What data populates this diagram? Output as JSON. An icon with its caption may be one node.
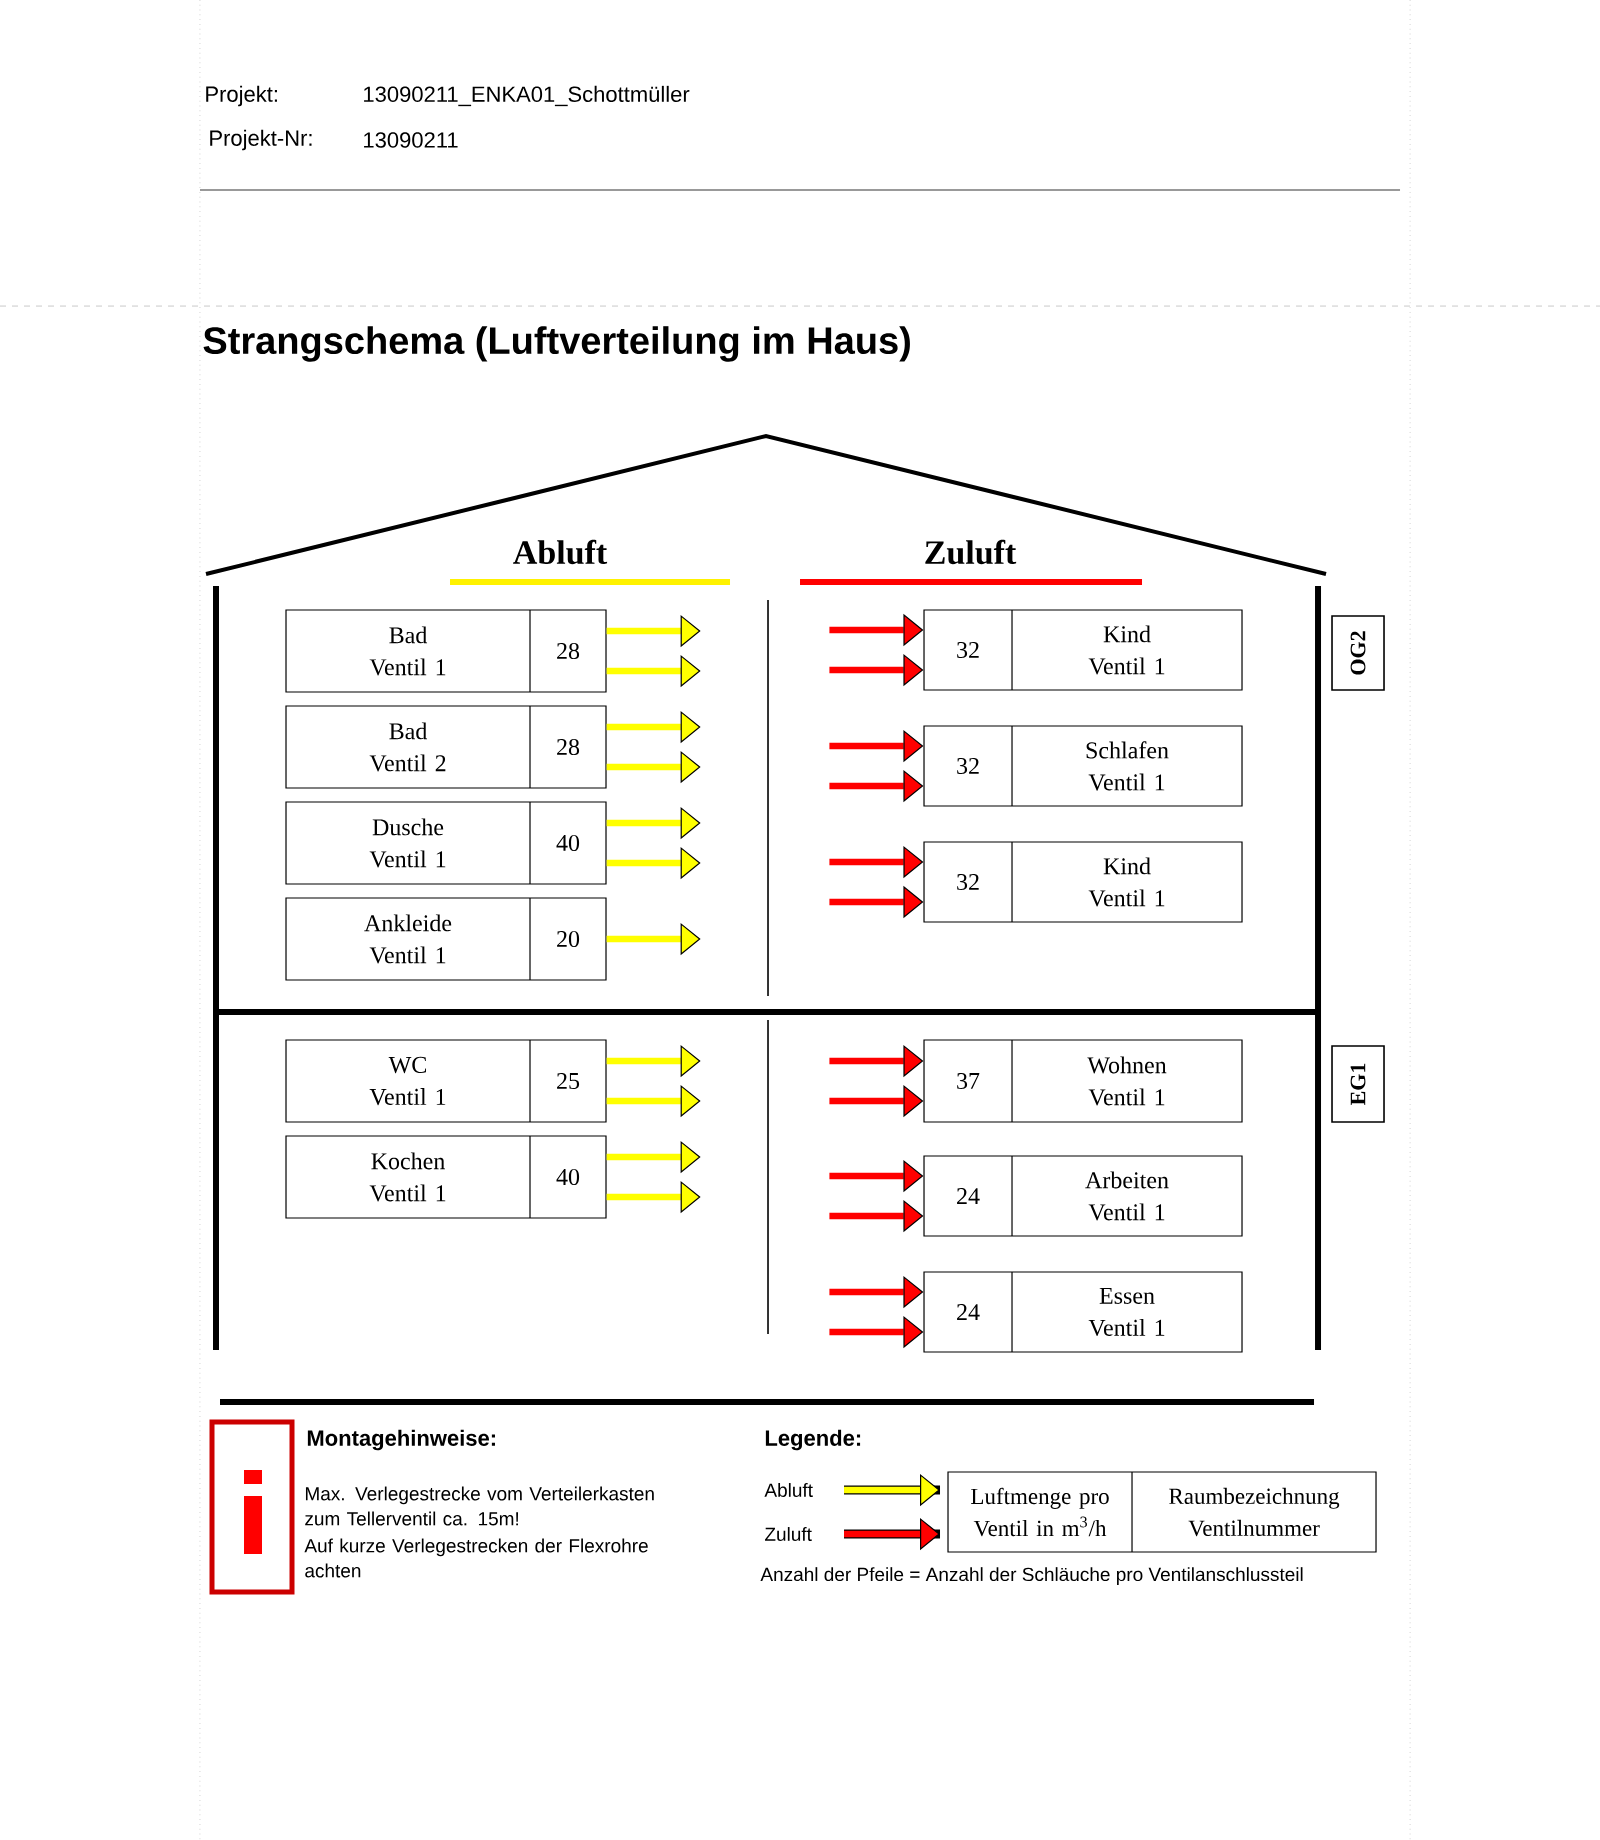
{
  "diagram": {
    "title": "Strangschema (Luftverteilung im Haus)",
    "nodes": [
      {
        "text": [
          "Bad Ventil 1",
          "28"
        ]
      },
      {
        "text": [
          "Bad Ventil 2",
          "28"
        ]
      },
      {
        "text": [
          "Dusche Ventil 1",
          "40"
        ]
      },
      {
        "text": [
          "Ankleide Ventil 1",
          "20"
        ]
      },
      {
        "text": [
          "WC Ventil 1",
          "25"
        ]
      },
      {
        "text": [
          "Kochen Ventil 1",
          "40"
        ]
      },
      {
        "text": [
          "32",
          "Kind Ventil 1"
        ]
      },
      {
        "text": [
          "32",
          "Schlafen Ventil 1"
        ]
      },
      {
        "text": [
          "32",
          "Kind Ventil 1"
        ]
      },
      {
        "text": [
          "37",
          "Wohnen Ventil 1"
        ]
      },
      {
        "text": [
          "24",
          "Arbeiten Ventil 1"
        ]
      },
      {
        "text": [
          "24",
          "Essen Ventil 1"
        ]
      },
      {
        "text": [
          "OG2"
        ]
      },
      {
        "text": [
          "EG1"
        ]
      }
    ],
    "edges": [
      {
        "from": 0,
        "to": null,
        "arrow": "to",
        "color": "#ffff00"
      },
      {
        "from": 0,
        "to": null,
        "arrow": "to",
        "color": "#ffff00"
      },
      {
        "from": 1,
        "to": null,
        "arrow": "to",
        "color": "#ffff00"
      },
      {
        "from": 1,
        "to": null,
        "arrow": "to",
        "color": "#ffff00"
      },
      {
        "from": 2,
        "to": null,
        "arrow": "to",
        "color": "#ffff00"
      },
      {
        "from": 2,
        "to": null,
        "arrow": "to",
        "color": "#ffff00"
      },
      {
        "from": 3,
        "to": null,
        "arrow": "to",
        "color": "#ffff00"
      },
      {
        "from": 4,
        "to": null,
        "arrow": "to",
        "color": "#ffff00"
      },
      {
        "from": 4,
        "to": null,
        "arrow": "to",
        "color": "#ffff00"
      },
      {
        "from": 5,
        "to": null,
        "arrow": "to",
        "color": "#ffff00"
      },
      {
        "from": 5,
        "to": null,
        "arrow": "to",
        "color": "#ffff00"
      },
      {
        "from": null,
        "to": 6,
        "arrow": "to",
        "color": "#ff0000"
      },
      {
        "from": null,
        "to": 6,
        "arrow": "to",
        "color": "#ff0000"
      },
      {
        "from": null,
        "to": 7,
        "arrow": "to",
        "color": "#ff0000"
      },
      {
        "from": null,
        "to": 7,
        "arrow": "to",
        "color": "#ff0000"
      },
      {
        "from": null,
        "to": 8,
        "arrow": "to",
        "color": "#ff0000"
      },
      {
        "from": null,
        "to": 8,
        "arrow": "to",
        "color": "#ff0000"
      },
      {
        "from": null,
        "to": 9,
        "arrow": "to",
        "color": "#ff0000"
      },
      {
        "from": null,
        "to": 9,
        "arrow": "to",
        "color": "#ff0000"
      },
      {
        "from": null,
        "to": 10,
        "arrow": "to",
        "color": "#ff0000"
      },
      {
        "from": null,
        "to": 10,
        "arrow": "to",
        "color": "#ff0000"
      },
      {
        "from": null,
        "to": 11,
        "arrow": "to",
        "color": "#ff0000"
      },
      {
        "from": null,
        "to": 11,
        "arrow": "to",
        "color": "#ff0000"
      }
    ],
    "labels": [
      "Projekt:",
      "13090211_ENKA01_Schottmüller",
      "Projekt-Nr:",
      "13090211",
      "Abluft",
      "Zuluft",
      "Montagehinweise:",
      "Max. Verlegestrecke vom Verteilerkasten zum Tellerventil ca. 15m!",
      "Auf kurze Verlegestrecken der Flexrohre achten",
      "Legende:",
      "Luftmenge pro Ventil in m$^{3}$/h",
      "Raumbezeichnung Ventilnummer",
      "Anzahl der Pfeile = Anzahl der Schläuche pro Ventilanschlussteil"
    ],
    "legend": [
      {
        "text": "Abluft"
      },
      {
        "text": "Zuluft"
      }
    ]
  }
}
